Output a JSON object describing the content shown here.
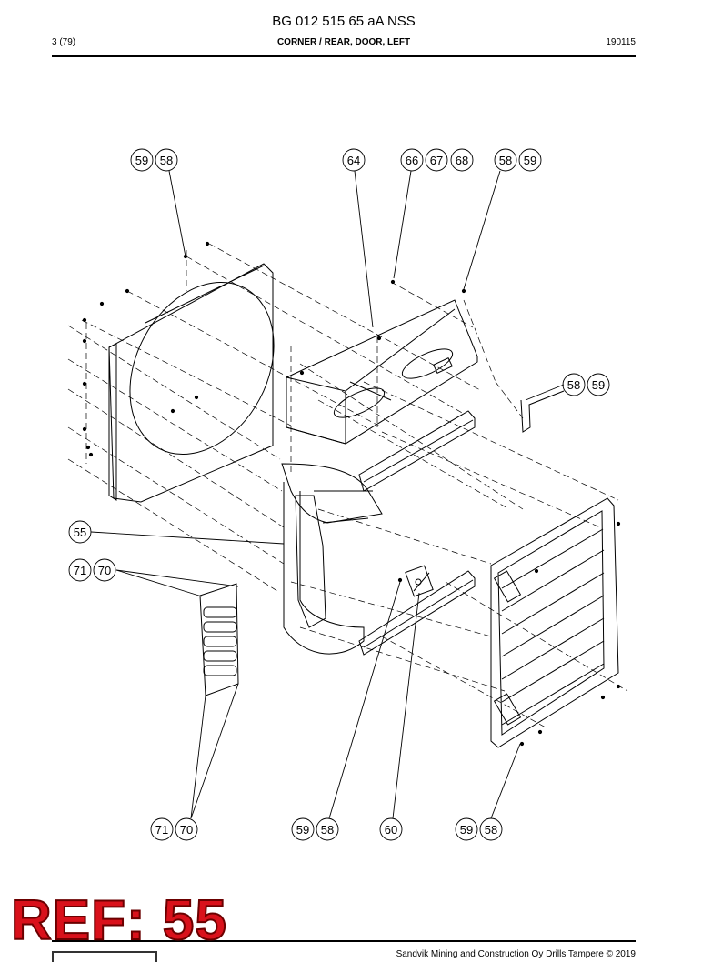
{
  "header": {
    "doc_title": "BG 012 515 65 aA NSS",
    "page": "3 (79)",
    "section_title": "CORNER / REAR, DOOR, LEFT",
    "date_code": "190115"
  },
  "stamp": {
    "ref_text": "REF: 55"
  },
  "footer": {
    "copyright": "Sandvik Mining and Construction Oy Drills Tampere © 2019"
  },
  "callouts": {
    "c1": "59",
    "c2": "58",
    "c3": "64",
    "c4": "66",
    "c5": "67",
    "c6": "68",
    "c7": "58",
    "c8": "59",
    "c9": "58",
    "c10": "59",
    "c11": "55",
    "c12": "71",
    "c13": "70",
    "c14": "71",
    "c15": "70",
    "c16": "59",
    "c17": "58",
    "c18": "60",
    "c19": "59",
    "c20": "58"
  }
}
